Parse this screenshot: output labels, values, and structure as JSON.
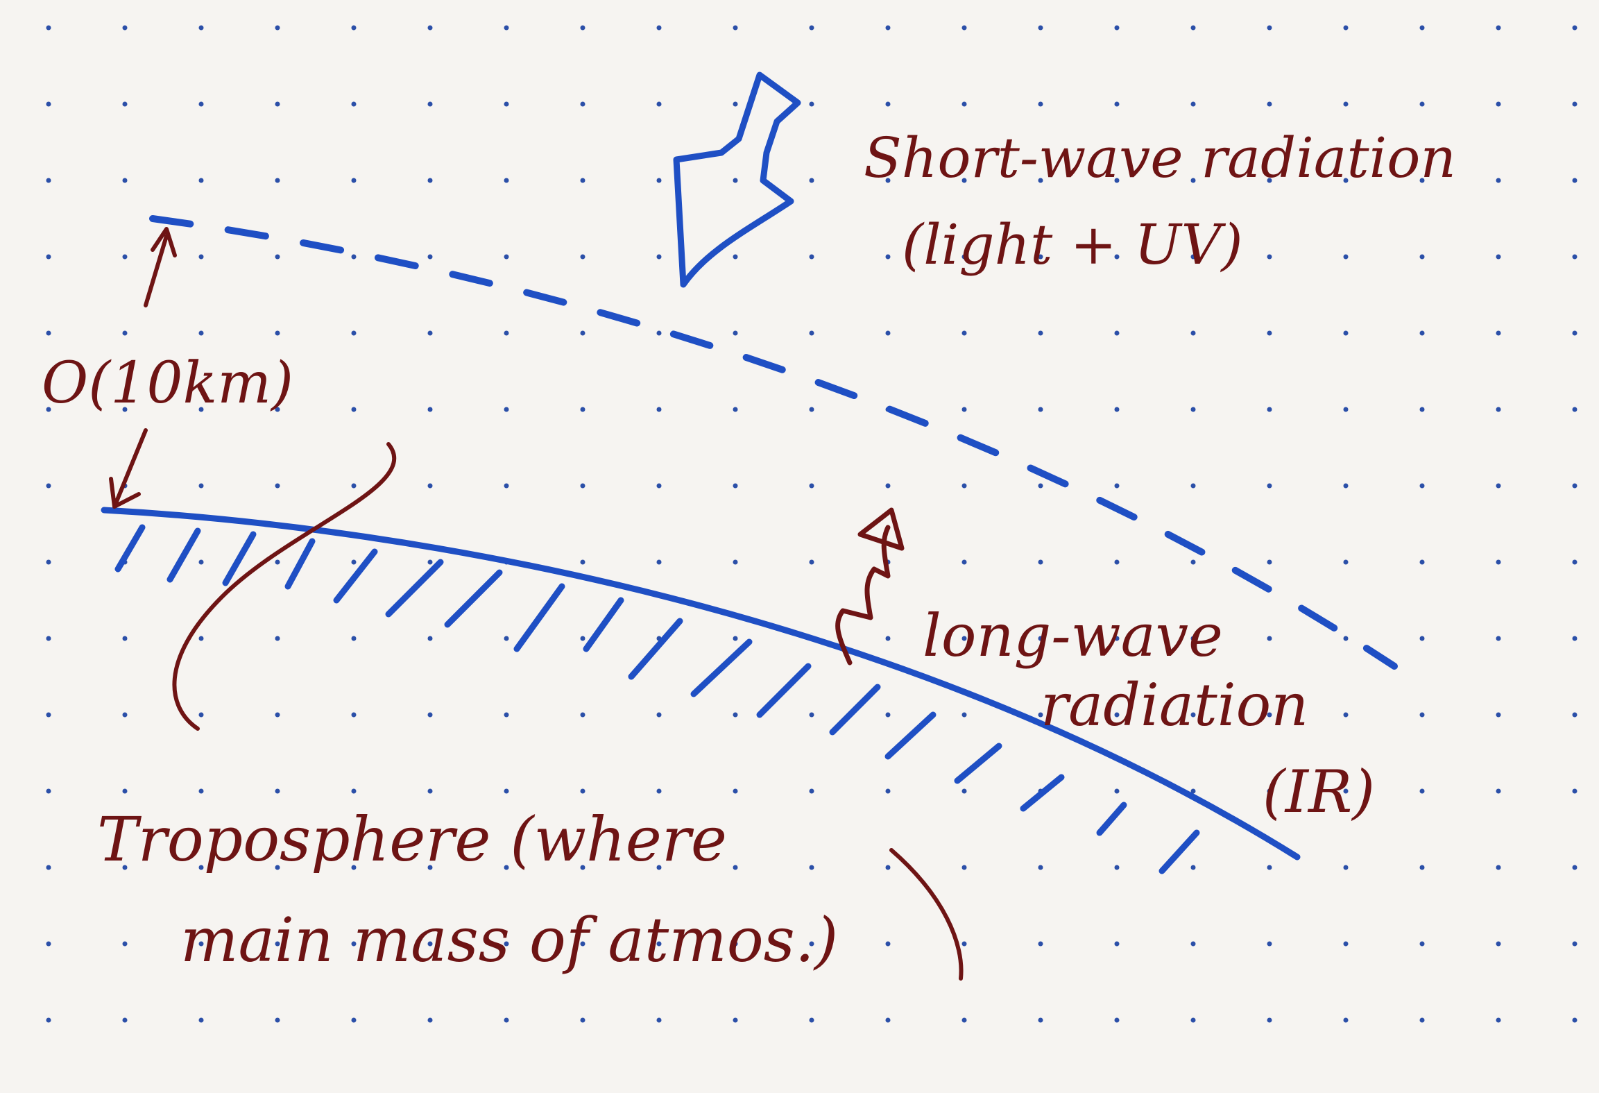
{
  "colors": {
    "paper": "#f6f4f1",
    "ink_blue": "#1f4fc4",
    "ink_red": "#6e1414",
    "dot": "#2b4fa8"
  },
  "labels": {
    "short_wave_line1": "Short-wave radiation",
    "short_wave_line2": "(light + UV)",
    "long_wave_line1": "long-wave",
    "long_wave_line2": "radiation",
    "long_wave_line3": "(IR)",
    "height": "O(10km)",
    "troposphere_line1": "Troposphere (where",
    "troposphere_line2": "main mass of atmos.)"
  }
}
